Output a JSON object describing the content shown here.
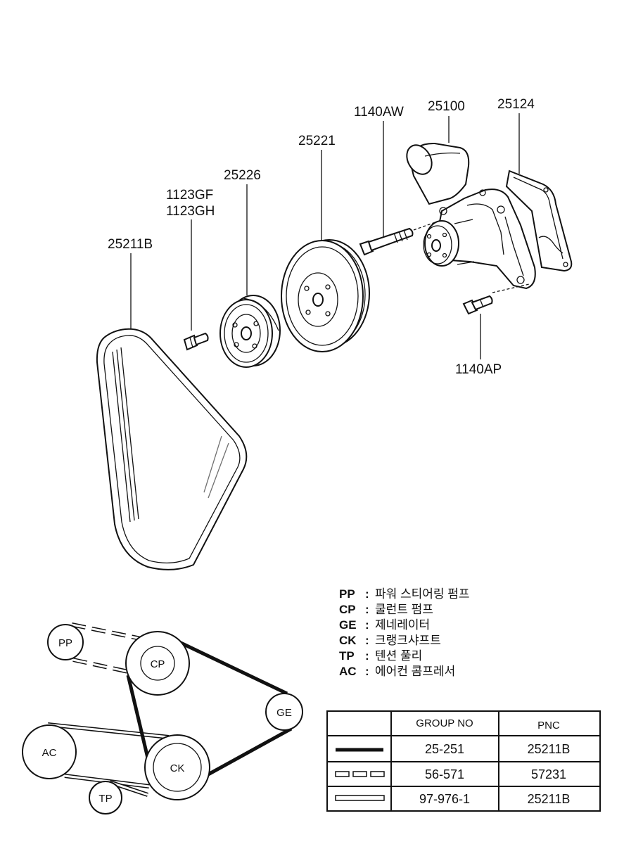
{
  "parts": {
    "belt": "25211B",
    "bolt_small_1": "1123GF",
    "bolt_small_2": "1123GH",
    "small_pulley": "25226",
    "large_pulley": "25221",
    "bolt_upper": "1140AW",
    "water_pump": "25100",
    "gasket": "25124",
    "bolt_lower": "1140AP"
  },
  "legend": [
    {
      "code": "PP",
      "sep": ":",
      "desc": "파워 스티어링 펌프"
    },
    {
      "code": "CP",
      "sep": ":",
      "desc": "쿨런트 펌프"
    },
    {
      "code": "GE",
      "sep": ":",
      "desc": "제네레이터"
    },
    {
      "code": "CK",
      "sep": ":",
      "desc": "크랭크샤프트"
    },
    {
      "code": "TP",
      "sep": ":",
      "desc": "텐션 풀리"
    },
    {
      "code": "AC",
      "sep": ":",
      "desc": "에어컨 콤프레서"
    }
  ],
  "nodes": {
    "pp": "PP",
    "cp": "CP",
    "ge": "GE",
    "ac": "AC",
    "ck": "CK",
    "tp": "TP"
  },
  "table": {
    "headers": [
      "",
      "GROUP NO",
      "PNC"
    ],
    "rows": [
      {
        "line_style": "solid-thick",
        "group_no": "25-251",
        "pnc": "25211B"
      },
      {
        "line_style": "dashed-double",
        "group_no": "56-571",
        "pnc": "57231"
      },
      {
        "line_style": "double",
        "group_no": "97-976-1",
        "pnc": "25211B"
      }
    ]
  }
}
